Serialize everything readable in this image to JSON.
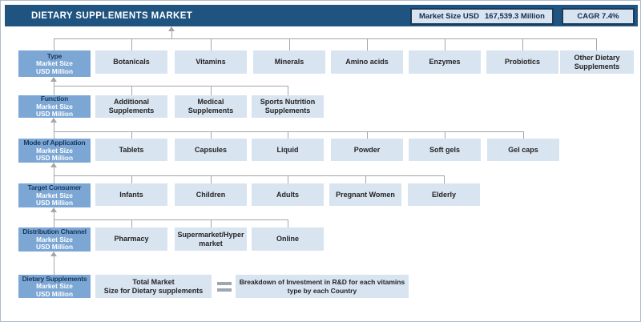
{
  "header": {
    "title": "DIETARY SUPPLEMENTS MARKET",
    "market_size_label": "Market Size USD",
    "market_size_value": "167,539.3 Million",
    "cagr": "CAGR 7.4%"
  },
  "label_subtitle": {
    "l1": "Market Size",
    "l2": "USD Million"
  },
  "rows": [
    {
      "label": "Type",
      "items": [
        "Botanicals",
        "Vitamins",
        "Minerals",
        "Amino acids",
        "Enzymes",
        "Probiotics",
        "Other Dietary\nSupplements"
      ]
    },
    {
      "label": "Function",
      "items": [
        "Additional\nSupplements",
        "Medical\nSupplements",
        "Sports Nutrition\nSupplements"
      ]
    },
    {
      "label": "Mode of Application",
      "items": [
        "Tablets",
        "Capsules",
        "Liquid",
        "Powder",
        "Soft gels",
        "Gel caps"
      ]
    },
    {
      "label": "Target Consumer",
      "items": [
        "Infants",
        "Children",
        "Adults",
        "Pregnant Women",
        "Elderly"
      ]
    },
    {
      "label": "Distribution Channel",
      "items": [
        "Pharmacy",
        "Supermarket/Hyper\nmarket",
        "Online"
      ]
    },
    {
      "label": "Dietary Supplements",
      "items": []
    }
  ],
  "bottom": {
    "total_market": "Total Market\nSize for Dietary supplements",
    "equals": "=",
    "breakdown": "Breakdown of Investment in R&D for each vitamins\ntype by each Country"
  },
  "colors": {
    "header_bg": "#1f5480",
    "label_box": "#7ca7d4",
    "item_box": "#d9e4f1",
    "stat_border": "#1b3a5c",
    "connector": "#a6a6a6"
  }
}
